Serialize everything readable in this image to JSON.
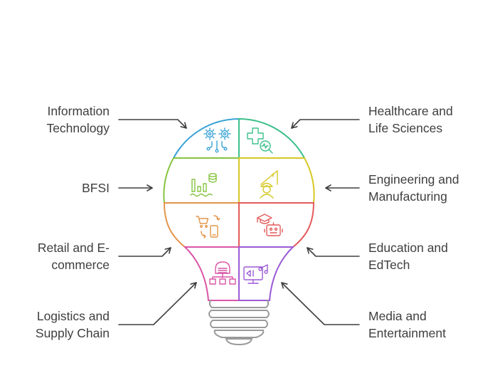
{
  "labels": {
    "information_technology": [
      "Information",
      "Technology"
    ],
    "healthcare": [
      "Healthcare and",
      "Life Sciences"
    ],
    "bfsi": [
      "BFSI"
    ],
    "engineering": [
      "Engineering and",
      "Manufacturing"
    ],
    "retail": [
      "Retail and E-",
      "commerce"
    ],
    "education": [
      "Education and",
      "EdTech"
    ],
    "logistics": [
      "Logistics and",
      "Supply Chain"
    ],
    "media": [
      "Media and",
      "Entertainment"
    ]
  },
  "colors": {
    "information_technology": "#3aa3d6",
    "healthcare": "#3cc08a",
    "bfsi": "#86c440",
    "engineering": "#d6c824",
    "retail": "#e2954a",
    "education": "#e45a5a",
    "logistics": "#d955a6",
    "media": "#9b5ad6",
    "text": "#3f3f3f",
    "arrow": "#3f3f3f",
    "bulb_base": "#9a9a9a"
  },
  "icons": {
    "information_technology": "gears-network-icon",
    "healthcare": "medical-cross-magnifier-icon",
    "bfsi": "bar-chart-coins-icon",
    "engineering": "engineer-set-square-icon",
    "retail": "shopping-cart-phone-icon",
    "education": "graduation-cap-robot-icon",
    "logistics": "warehouse-network-icon",
    "media": "monitor-music-icon"
  }
}
